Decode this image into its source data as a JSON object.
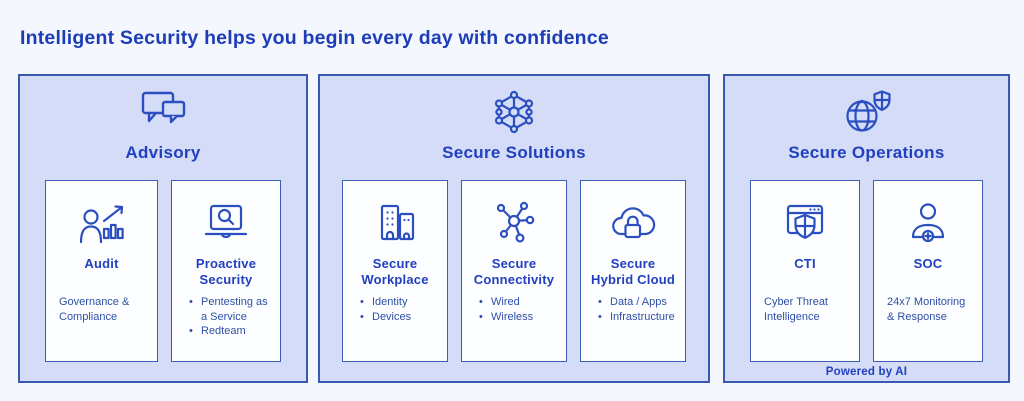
{
  "header": {
    "title": "Intelligent Security helps you begin every day with confidence"
  },
  "panels": [
    {
      "title": "Advisory",
      "icon": "chat-bubbles-icon",
      "cards": [
        {
          "icon": "person-chart-icon",
          "title": "Audit",
          "desc": "Governance & Compliance"
        },
        {
          "icon": "laptop-search-icon",
          "title": "Proactive Security",
          "bullets": [
            "Pentesting as a Service",
            "Redteam"
          ]
        }
      ]
    },
    {
      "title": "Secure Solutions",
      "icon": "network-mesh-icon",
      "cards": [
        {
          "icon": "buildings-icon",
          "title": "Secure Workplace",
          "bullets": [
            "Identity",
            "Devices"
          ]
        },
        {
          "icon": "network-hub-icon",
          "title": "Secure Connectivity",
          "bullets": [
            "Wired",
            "Wireless"
          ]
        },
        {
          "icon": "cloud-lock-icon",
          "title": "Secure Hybrid Cloud",
          "bullets": [
            "Data / Apps",
            "Infrastructure"
          ]
        }
      ]
    },
    {
      "title": "Secure Operations",
      "icon": "globe-shield-icon",
      "cards": [
        {
          "icon": "browser-shield-icon",
          "title": "CTI",
          "desc": "Cyber Threat Intelligence"
        },
        {
          "icon": "person-plus-icon",
          "title": "SOC",
          "desc": "24x7 Monitoring & Response"
        }
      ],
      "footer": "Powered by AI"
    }
  ],
  "colors": {
    "page_bg": "#f4f7fd",
    "panel_bg": "#d4dcf8",
    "panel_border": "#3a58b0",
    "card_bg": "#fdfeff",
    "card_border": "#3d5cb5",
    "title_text": "#1d3db8",
    "heading_text": "#2140c0",
    "body_text": "#2e4fa6",
    "icon_stroke": "#2b4fc0"
  }
}
